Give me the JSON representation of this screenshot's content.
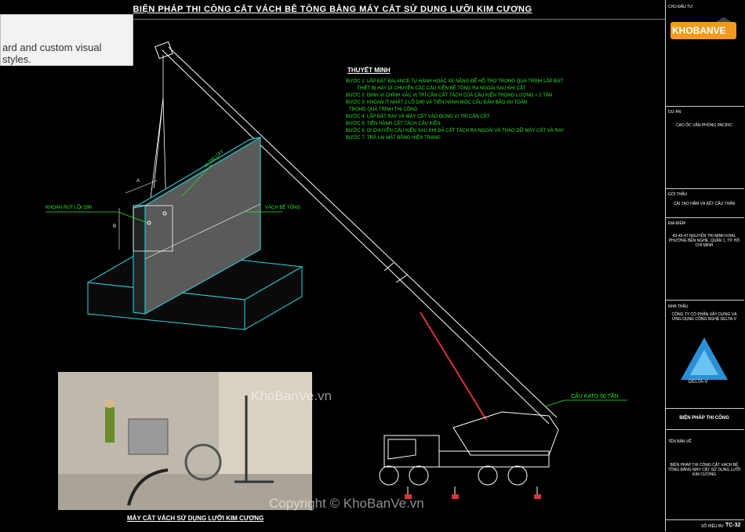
{
  "header": {
    "title": "BIỆN PHÁP THI CÔNG CẮT VÁCH BÊ TÔNG BẰNG MÁY CẮT SỬ DỤNG LƯỠI KIM CƯƠNG"
  },
  "tooltip": {
    "text": "ard and custom visual styles."
  },
  "notes": {
    "title": "THUYẾT MINH",
    "lines": [
      "BƯỚC 1: LẮP ĐẶT BALANCE TỤ HÀNH HOẶC XE NÂNG ĐỂ HỖ TRỢ TRONG QUÁ TRÌNH LẮP ĐẶT",
      "THIẾT BỊ HAY DI CHUYỂN CÁC CẤU KIỆN BÊ TÔNG RA NGOÀI SAU KHI CẮT",
      "BƯỚC 2: ĐỊNH VỊ CHÍNH XÁC VỊ TRÍ CẦN CẮT TÁCH CỦA CẤU KIỆN TRỌNG LƯỢNG < 2 TẤN",
      "BƯỚC 3: KHOAN ÍT NHẤT 2 LỖ D90 VÀ TIẾN HÀNH MÓC CẨU ĐẢM BẢO AN TOÀN",
      "TRONG QUÁ TRÌNH THI CÔNG",
      "BƯỚC 4: LẮP ĐẶT RAY VÀ MÁY CẮT VÀO ĐÚNG VỊ TRÍ CẦN CẮT",
      "BƯỚC 5: TIẾN HÀNH CẮT TÁCH CẤU KIỆN",
      "BƯỚC 6: DI CHUYỂN CẤU KIỆN SAU KHI ĐÃ CẮT TÁCH RA NGOÀI VÀ THÁO DỠ MÁY CẮT VÀ RAY",
      "BƯỚC 7: TRẢ LẠI MẶT BẰNG HIỆN TRẠNG"
    ]
  },
  "labels": {
    "drill": "KHOAN RÚT LÕI D90",
    "cut_position": "VỊ TRÍ CẮT",
    "wall": "VÁCH BÊ TÔNG",
    "dim_a": "A",
    "dim_b": "B",
    "crane": "CẨU KATO 50 TẤN",
    "photo_caption": "MÁY CẮT VÁCH SỬ DỤNG LƯỠI KIM CƯƠNG"
  },
  "watermarks": {
    "w1": "KhoBanVe.vn",
    "w2": "Copyright © KhoBanVe.vn"
  },
  "sidebar": {
    "owner_label": "CHỦ ĐẦU TƯ",
    "logo_text": "KHOBANVE",
    "project_label": "DỰ ÁN",
    "project_value": "CAO ỐC VĂN PHÒNG PACIFIC",
    "package_label": "GÓI THẦU",
    "package_value": "CẢI TẠO HẦM VÀ KẾT CẤU THÂN",
    "location_label": "ĐỊA ĐIỂM",
    "location_value": "43-45-47 NGUYỄN THỊ MINH KHAI, PHƯỜNG BẾN NGHÉ, QUẬN 1, TP. HỒ CHÍ MINH",
    "contractor_label": "NHÀ THẦU",
    "contractor_value": "CÔNG TY CỔ PHẦN XÂY DỰNG VÀ ỨNG DỤNG CÔNG NGHỆ DELTA-V",
    "delta_text": "DELTA-V",
    "sheet_section": "BIỆN PHÁP THI CÔNG",
    "sheet_name_label": "TÊN BẢN VẼ",
    "sheet_name_value": "BIỆN PHÁP THI CÔNG CẮT VÁCH BÊ TÔNG BẰNG MÁY CẮT SỬ DỤNG LƯỠI KIM CƯƠNG",
    "sheet_no_label": "SỐ HIỆU BV",
    "sheet_no_value": "TC-32"
  },
  "colors": {
    "green": "#2be82b",
    "cyan": "#29d8e0",
    "white": "#ffffff",
    "red": "#d8323c",
    "blue": "#2b8fd6"
  }
}
